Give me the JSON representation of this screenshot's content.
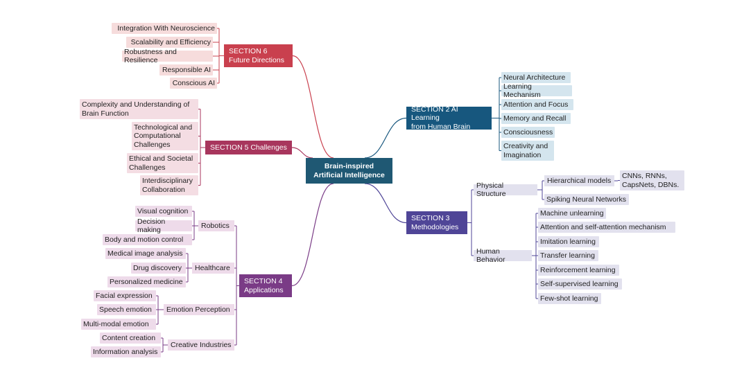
{
  "root": "Brain-inspired\nArtificial Intelligence",
  "sections": {
    "s2": {
      "title": "SECTION 2 AI Learning\nfrom Human Brain",
      "color": "#17577e",
      "items": [
        "Neural Architecture",
        "Learning Mechanism",
        "Attention and Focus",
        "Memory and Recall",
        "Consciousness",
        "Creativity and\nImagination"
      ]
    },
    "s3": {
      "title": "SECTION  3\nMethodologies",
      "color": "#4f4597",
      "physical": {
        "label": "Physical Structure",
        "hier": "Hierarchical models",
        "hier_leaf": "CNNs, RNNs,\nCapsNets, DBNs.",
        "spiking": "Spiking Neural Networks"
      },
      "human": {
        "label": "Human Behavior",
        "items": [
          "Machine unlearning",
          "Attention and self-attention mechanism",
          "Imitation learning",
          "Transfer learning",
          "Reinforcement learning",
          "Self-supervised learning",
          "Few-shot learning"
        ]
      }
    },
    "s4": {
      "title": "SECTION 4\nApplications",
      "color": "#7a3b86",
      "groups": [
        {
          "label": "Robotics",
          "items": [
            "Visual cognition",
            "Decision making",
            "Body and motion control"
          ]
        },
        {
          "label": "Healthcare",
          "items": [
            "Medical image analysis",
            "Drug discovery",
            "Personalized medicine"
          ]
        },
        {
          "label": "Emotion Perception",
          "items": [
            "Facial expression",
            "Speech emotion",
            "Multi-modal emotion"
          ]
        },
        {
          "label": "Creative Industries",
          "items": [
            "Content creation",
            "Information analysis"
          ]
        }
      ]
    },
    "s5": {
      "title": "SECTION 5 Challenges",
      "color": "#a8365d",
      "items": [
        "Complexity and Understanding of\nBrain Function",
        "Technological and\nComputational\nChallenges",
        "Ethical and Societal\nChallenges",
        "Interdisciplinary\nCollaboration"
      ]
    },
    "s6": {
      "title": "SECTION 6\nFuture Directions",
      "color": "#c9404e",
      "items": [
        "Integration With Neuroscience",
        "Scalability and Efficiency",
        "Robustness and Resilience",
        "Responsible AI",
        "Conscious AI"
      ]
    }
  }
}
